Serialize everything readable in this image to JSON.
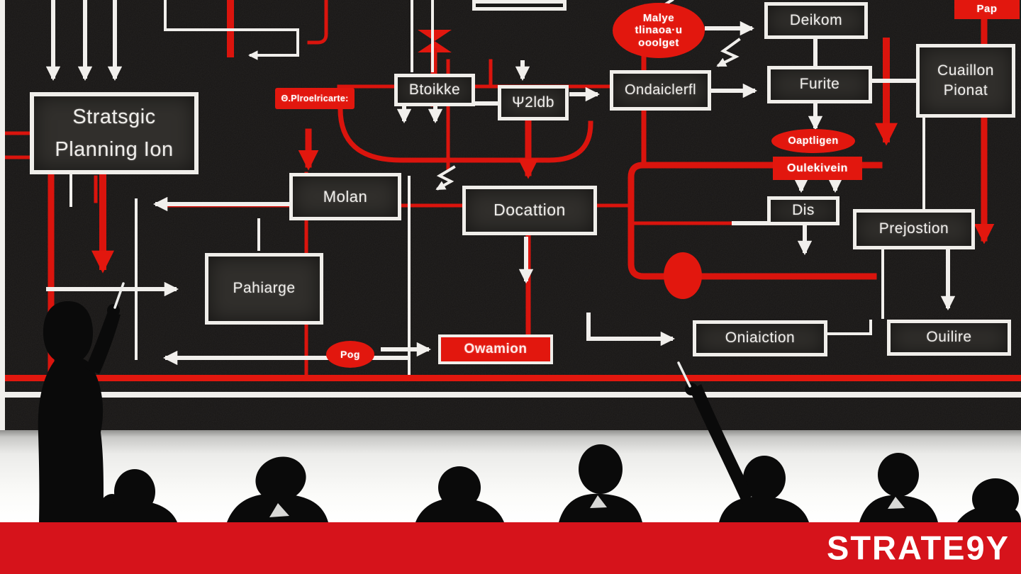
{
  "theme": {
    "red": "#da140d",
    "red_fill": "#e2170e",
    "banner_red": "#d6131b",
    "board_bg": "#161413",
    "node_bg": "#312f2c",
    "line_white": "#f1efec",
    "node_border": "#f0eeea",
    "text_light": "#efedea",
    "wall_light": "#f2f1ef"
  },
  "banner": {
    "title": "STRATE9Y"
  },
  "nodes": {
    "strategic": {
      "label": "Stratsgic\nPlanning Ion"
    },
    "preelricate": {
      "label": "Θ.Plroelricarte:"
    },
    "btoikke": {
      "label": "Btoikke"
    },
    "p2db": {
      "label": "Ψ2ldb"
    },
    "malye": {
      "label": "Malye\ntlinaoa·u\nooolget"
    },
    "ondaiclerfl": {
      "label": "Ondaiclerfl"
    },
    "deikom": {
      "label": "Deikom"
    },
    "furite": {
      "label": "Furite"
    },
    "pap": {
      "label": "Pap"
    },
    "cuaillon": {
      "label": "Cuaillon\nPionat"
    },
    "molan": {
      "label": "Molan"
    },
    "docattion": {
      "label": "Docattion"
    },
    "oaptligen": {
      "label": "Oaptligen"
    },
    "oulekivein": {
      "label": "Oulekivein"
    },
    "dis": {
      "label": "Dis"
    },
    "prejostion": {
      "label": "Prejostion"
    },
    "pahiarge": {
      "label": "Pahiarge"
    },
    "pog": {
      "label": "Pog"
    },
    "owamion": {
      "label": "Owamion"
    },
    "oniaiction": {
      "label": "Oniaiction"
    },
    "ouilire": {
      "label": "Ouilire"
    }
  }
}
